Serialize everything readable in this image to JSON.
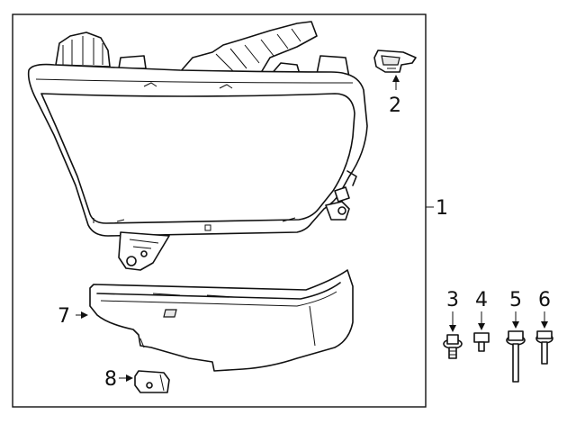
{
  "diagram": {
    "callouts": {
      "headlamp": "1",
      "bracket": "2",
      "screw_a": "3",
      "screw_b": "4",
      "bolt_long": "5",
      "screw_c": "6",
      "trim_panel": "7",
      "clip": "8"
    }
  }
}
